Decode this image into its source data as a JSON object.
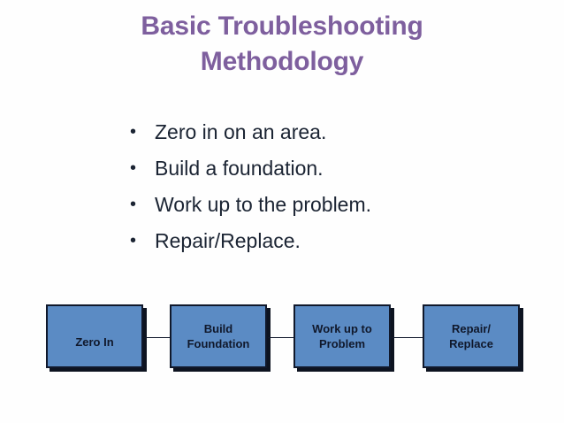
{
  "slide": {
    "background_color": "#fefefe",
    "title": {
      "line1": "Basic Troubleshooting",
      "line2": "Methodology",
      "color": "#7e5f9e"
    },
    "bullets": {
      "marker": "•",
      "text_color": "#1b2433",
      "items": [
        {
          "text": "Zero in on an area."
        },
        {
          "text": "Build a foundation."
        },
        {
          "text": "Work up to the problem."
        },
        {
          "text": "Repair/Replace."
        }
      ]
    },
    "flow": {
      "box_fill_color": "#5b8bc4",
      "box_border_color": "#10182b",
      "box_text_color": "#10182b",
      "connector_color": "#10182b",
      "boxes": [
        {
          "label": "Zero In"
        },
        {
          "label": "Build\nFoundation"
        },
        {
          "label": "Work up to\nProblem"
        },
        {
          "label": "Repair/\nReplace"
        }
      ]
    }
  }
}
